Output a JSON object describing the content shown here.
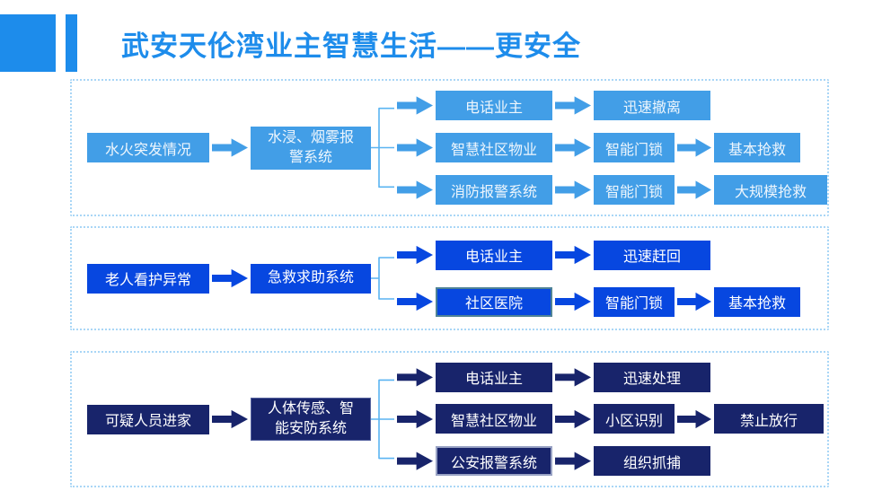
{
  "slide": {
    "title": "武安天伦湾业主智慧生活——更安全"
  },
  "colors": {
    "accent": "#1d8ceb",
    "panel1_fill": "#429ee7",
    "panel2_fill": "#0747e0",
    "panel3_fill": "#18246b",
    "connector_light": "#5ab4f2",
    "panel_border": "#a9d6f6"
  },
  "panels": [
    {
      "name": "water-fire-emergency",
      "trigger": "水火突发情况",
      "system": "水浸、烟雾报\n警系统",
      "rows": [
        {
          "cells": [
            "电话业主",
            "迅速撤离"
          ]
        },
        {
          "cells": [
            "智慧社区物业",
            "智能门锁",
            "基本抢救"
          ]
        },
        {
          "cells": [
            "消防报警系统",
            "智能门锁",
            "大规模抢救"
          ]
        }
      ]
    },
    {
      "name": "elderly-care-abnormal",
      "trigger": "老人看护异常",
      "system": "急救求助系统",
      "rows": [
        {
          "cells": [
            "电话业主",
            "迅速赶回"
          ]
        },
        {
          "cells": [
            "社区医院",
            "智能门锁",
            "基本抢救"
          ]
        }
      ]
    },
    {
      "name": "suspicious-person-entry",
      "trigger": "可疑人员进家",
      "system": "人体传感、智\n能安防系统",
      "rows": [
        {
          "cells": [
            "电话业主",
            "迅速处理"
          ]
        },
        {
          "cells": [
            "智慧社区物业",
            "小区识别",
            "禁止放行"
          ]
        },
        {
          "cells": [
            "公安报警系统",
            "组织抓捕"
          ]
        }
      ]
    }
  ]
}
